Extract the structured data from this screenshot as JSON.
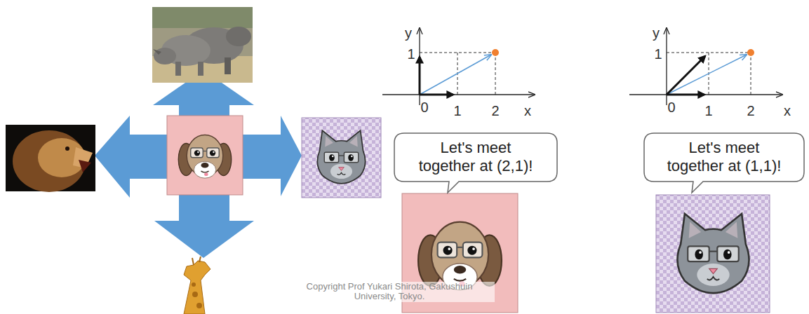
{
  "diagram": {
    "nodes": [
      {
        "text": [
          "Let's meet together at (2,1)!"
        ]
      },
      {
        "text": [
          "Let's meet together at (1,1)!"
        ]
      }
    ],
    "labels": [
      "y",
      "1",
      "0",
      "1",
      "2",
      "x",
      "y",
      "1",
      "0",
      "1",
      "2",
      "x",
      "Copyright Prof Yukari Shirota, Gakushuin University, Tokyo."
    ]
  }
}
